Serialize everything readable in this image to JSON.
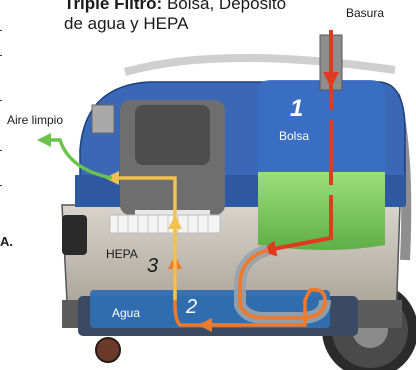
{
  "title": {
    "bold": "Triple Filtro:",
    "rest": " Bolsa, Depósito",
    "line2": "de agua y HEPA"
  },
  "labels": {
    "basura": "Basura",
    "aire_limpio": "Aire limpio",
    "bolsa": "Bolsa",
    "hepa": "HEPA",
    "agua": "Agua",
    "stage1": "1",
    "stage2": "2",
    "stage3": "3",
    "edge_letter": "A."
  },
  "colors": {
    "red_flow": "#e23a1e",
    "orange_flow": "#f07a2a",
    "yellow_flow": "#f2c14e",
    "green_flow": "#6cc24a",
    "blue_housing": "#3a68b7",
    "water_blue": "#2f6fb3",
    "bag_green": "#8cd36a"
  }
}
